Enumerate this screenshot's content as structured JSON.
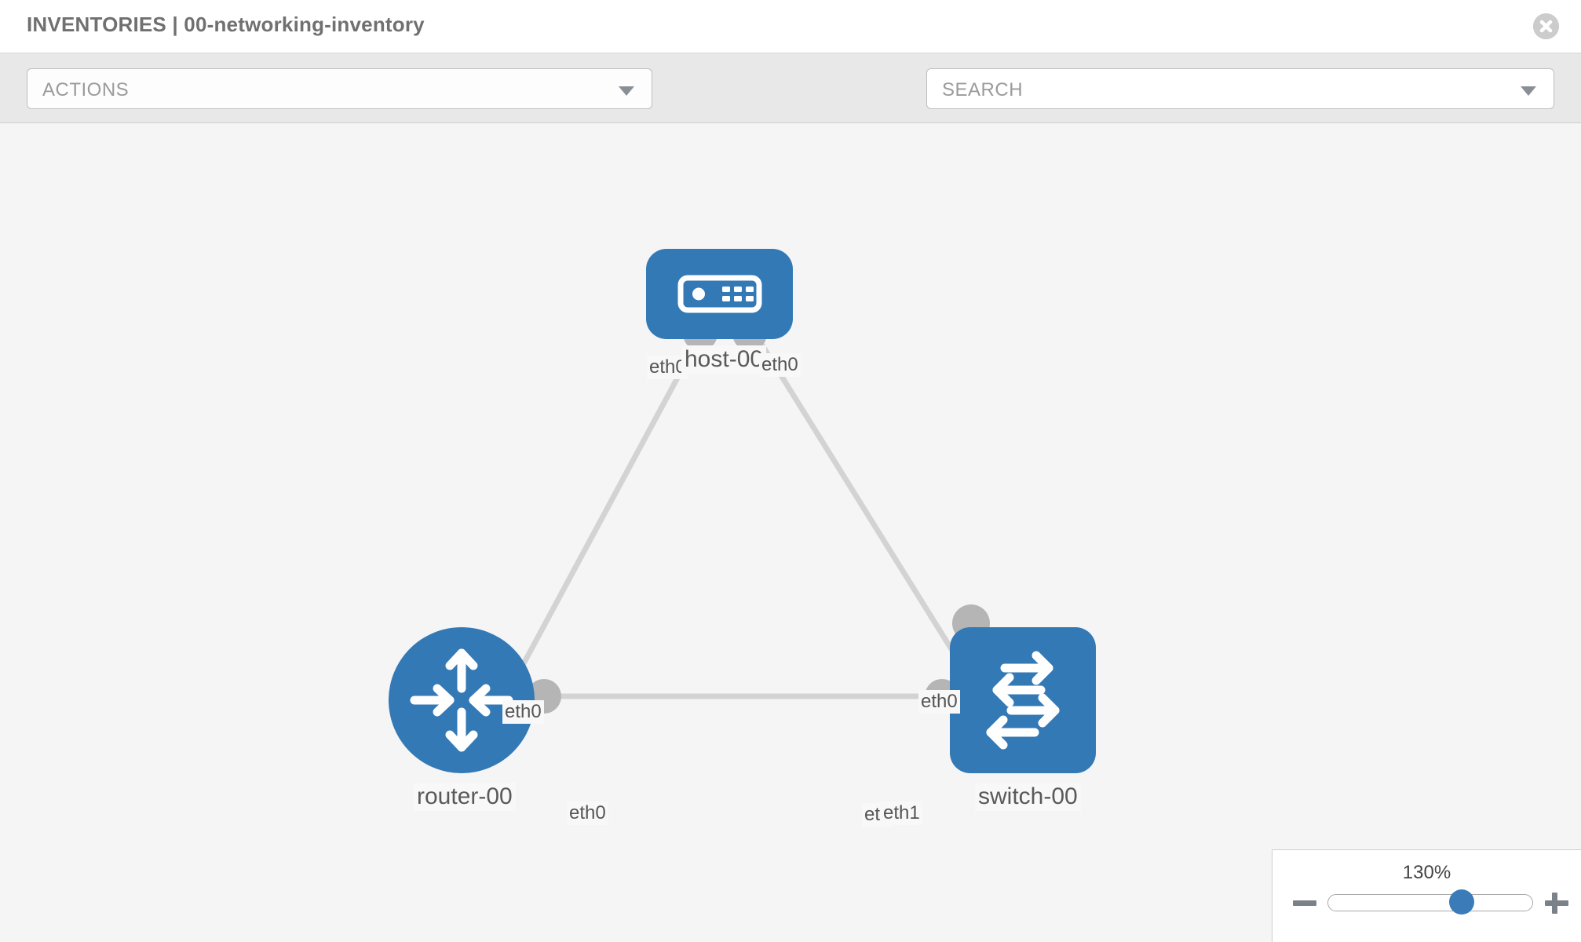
{
  "header": {
    "title": "INVENTORIES | 00-networking-inventory",
    "close_icon": "close-circle-icon"
  },
  "toolbar": {
    "actions_label": "ACTIONS",
    "actions_caret_icon": "chevron-down-icon",
    "wrench_icon": "wrench-icon",
    "key_icon": "key-icon",
    "search_placeholder": "SEARCH",
    "search_caret_icon": "chevron-down-icon"
  },
  "topology": {
    "nodes": [
      {
        "id": "host-00",
        "label": "host-00",
        "icon": "server-icon",
        "shape": "rounded-square",
        "color": "#3379b6"
      },
      {
        "id": "router-00",
        "label": "router-00",
        "icon": "router-arrows-icon",
        "shape": "circle",
        "color": "#3379b6"
      },
      {
        "id": "switch-00",
        "label": "switch-00",
        "icon": "switch-arrows-icon",
        "shape": "rounded-square",
        "color": "#3379b6"
      }
    ],
    "edge_labels": {
      "host_left": "eth0",
      "host_right": "eth0",
      "router_to_host": "eth0",
      "switch_to_host": "eth0",
      "router_to_switch": "eth0",
      "switch_to_router_hidden": "eth",
      "switch_to_router": "eth1"
    },
    "edge_color": "#d3d3d3",
    "connector_color": "#b5b5b5"
  },
  "zoom": {
    "value": "130%",
    "minus_icon": "minus-icon",
    "plus_icon": "plus-icon",
    "thumb_icon": "slider-thumb"
  }
}
